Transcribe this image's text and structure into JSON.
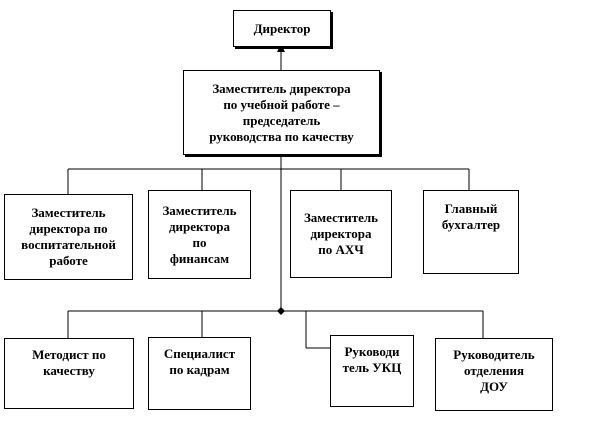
{
  "chart": {
    "director": {
      "lines": [
        "Директор"
      ]
    },
    "deputy_academic": {
      "lines": [
        "Заместитель директора",
        "по учебной работе –",
        "председатель",
        "руководства по качеству"
      ]
    },
    "deputy_education": {
      "lines": [
        "Заместитель",
        "директора по",
        "воспитательной",
        "работе"
      ]
    },
    "deputy_finance": {
      "lines": [
        "Заместитель",
        "директора",
        "по",
        "финансам"
      ]
    },
    "deputy_ahch": {
      "lines": [
        "Заместитель",
        "директора",
        "по АХЧ"
      ]
    },
    "chief_accountant": {
      "lines": [
        "Главный",
        "бухгалтер"
      ]
    },
    "methodist_quality": {
      "lines": [
        "Методист по",
        "качеству"
      ]
    },
    "hr_specialist": {
      "lines": [
        "Специалист",
        "по кадрам"
      ]
    },
    "ukc_head": {
      "lines": [
        "Руководи",
        "тель УКЦ"
      ]
    },
    "dou_head": {
      "lines": [
        "Руководитель",
        "отделения",
        "ДОУ"
      ]
    }
  }
}
